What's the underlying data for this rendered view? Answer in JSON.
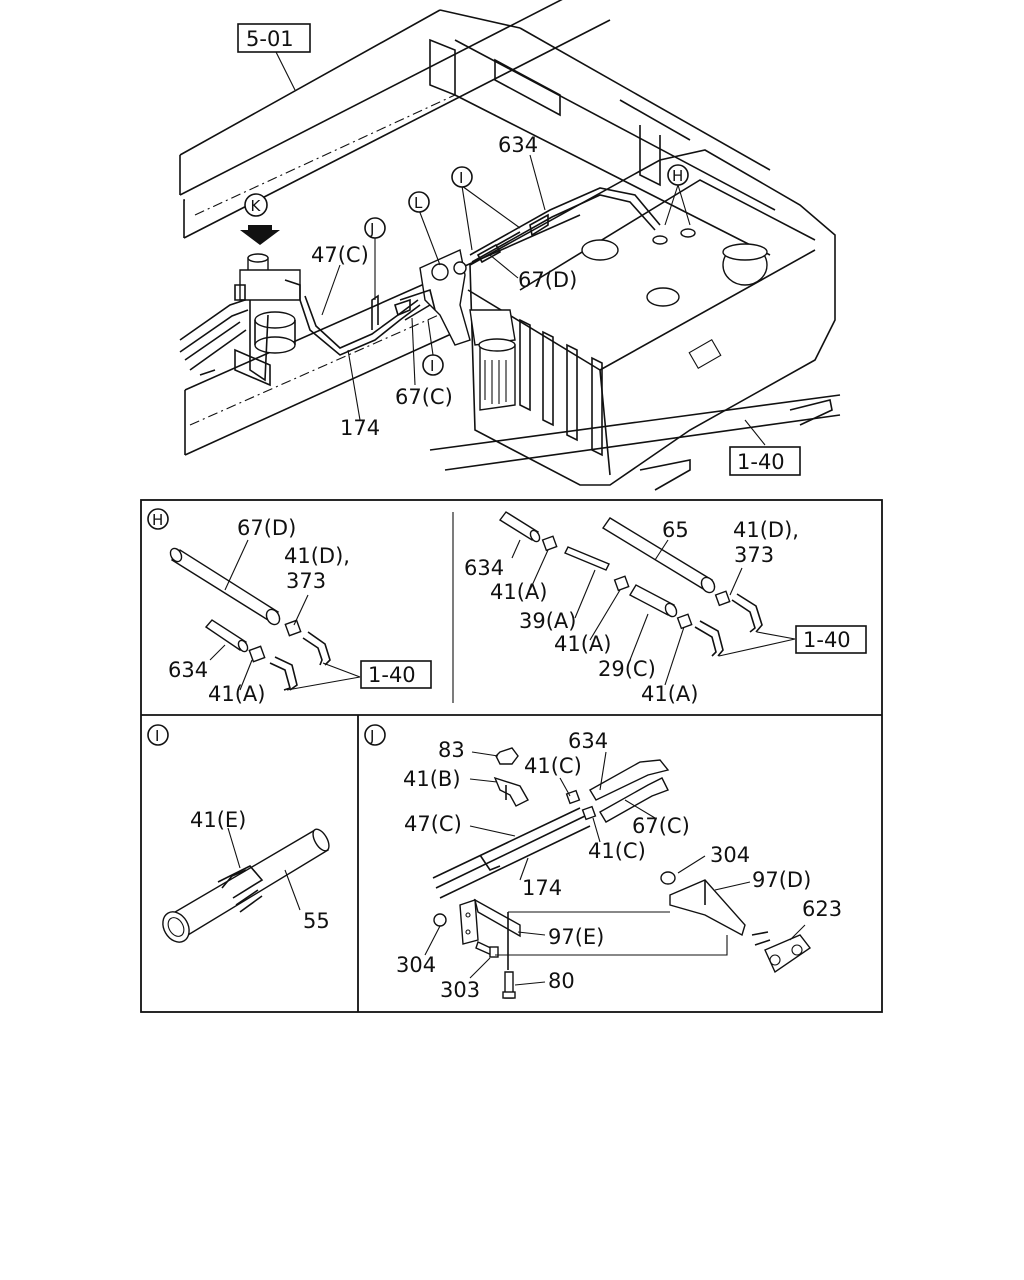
{
  "overview": {
    "ref_5_01": "5-01",
    "ref_1_40": "1-40",
    "view_K": "K",
    "view_J": "J",
    "view_L": "L",
    "view_I": "I",
    "view_I_2": "I",
    "view_H": "H",
    "lbl_634": "634",
    "lbl_47c": "47(C)",
    "lbl_67d": "67(D)",
    "lbl_67c": "67(C)",
    "lbl_174": "174"
  },
  "panel_H": {
    "circle": "H",
    "left": {
      "lbl_67d": "67(D)",
      "lbl_41d": "41(D),",
      "lbl_373": "373",
      "lbl_634": "634",
      "lbl_41a": "41(A)",
      "ref_1_40": "1-40"
    },
    "right": {
      "lbl_634": "634",
      "lbl_65": "65",
      "lbl_41d": "41(D),",
      "lbl_373": "373",
      "lbl_41a_1": "41(A)",
      "lbl_39a": "39(A)",
      "lbl_41a_2": "41(A)",
      "lbl_29c": "29(C)",
      "lbl_41a_3": "41(A)",
      "ref_1_40": "1-40"
    }
  },
  "panel_I": {
    "circle": "I",
    "lbl_41e": "41(E)",
    "lbl_55": "55"
  },
  "panel_J": {
    "circle": "J",
    "lbl_83": "83",
    "lbl_634": "634",
    "lbl_41b": "41(B)",
    "lbl_41c_1": "41(C)",
    "lbl_47c": "47(C)",
    "lbl_67c": "67(C)",
    "lbl_41c_2": "41(C)",
    "lbl_304_1": "304",
    "lbl_174": "174",
    "lbl_97d": "97(D)",
    "lbl_623": "623",
    "lbl_97e": "97(E)",
    "lbl_304_2": "304",
    "lbl_303": "303",
    "lbl_80": "80"
  }
}
